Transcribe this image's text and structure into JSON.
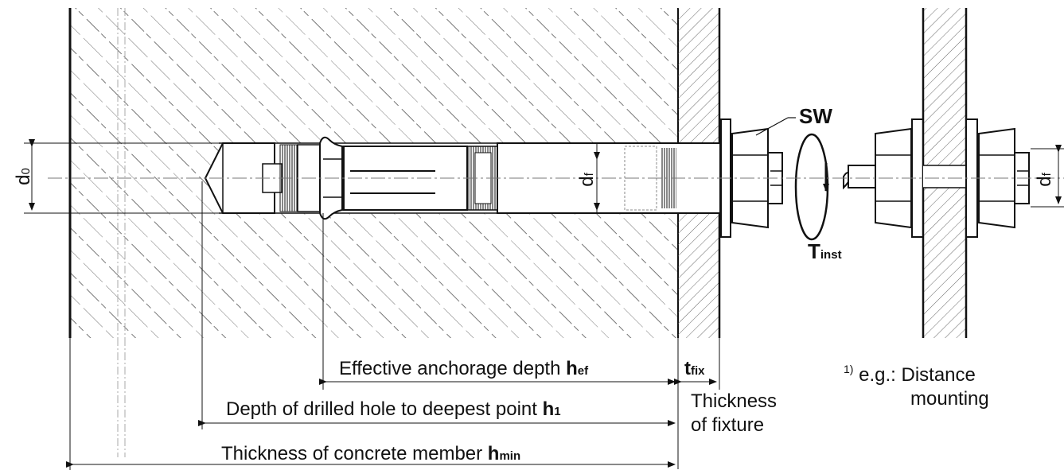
{
  "labels": {
    "sw": "SW",
    "t_inst_main": "T",
    "t_inst_sub": "inst",
    "d0_main": "d",
    "d0_sub": "0",
    "df_main": "d",
    "df_sub": "f",
    "df2_main": "d",
    "df2_sub": "f",
    "hef_text": "Effective anchorage depth",
    "hef_symbol": "h",
    "hef_sub": "ef",
    "tfix_symbol": "t",
    "tfix_sub": "fix",
    "h1_text": "Depth of drilled hole to deepest point",
    "h1_symbol": "h",
    "h1_sub": "1",
    "hmin_text": "Thickness of concrete member",
    "hmin_symbol": "h",
    "hmin_sub": "min",
    "fixture_line1": "Thickness",
    "fixture_line2": "of fixture",
    "note_marker": "1)",
    "note_line1": "e.g.: Distance",
    "note_line2": "mounting"
  },
  "colors": {
    "line": "#111111",
    "hatch": "#555555",
    "center": "#888888"
  }
}
